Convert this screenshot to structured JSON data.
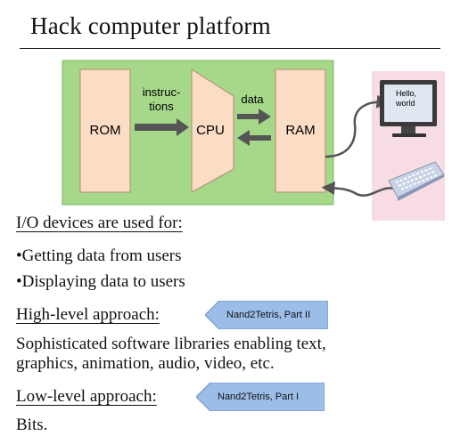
{
  "title": "Hack computer platform",
  "diagram": {
    "rom": "ROM",
    "cpu": "CPU",
    "ram": "RAM",
    "instr_line1": "instruc-",
    "instr_line2": "tions",
    "data": "data",
    "screen_line1": "Hello,",
    "screen_line2": "world"
  },
  "io_heading": "I/O devices are used for:",
  "uses": [
    "•Getting data from users",
    "•Displaying data to users"
  ],
  "high_level": {
    "heading": "High-level approach:",
    "tag": "Nand2Tetris, Part II",
    "body_line1": "Sophisticated software libraries enabling text,",
    "body_line2": "graphics, animation, audio, video, etc."
  },
  "low_level": {
    "heading": "Low-level approach:",
    "tag": "Nand2Tetris, Part I",
    "body": "Bits."
  },
  "colors": {
    "board": "#a6d88a",
    "chip": "#fbdcc4",
    "pink_panel": "#f7dde3",
    "tag": "#9dbde9",
    "arrow": "#555555"
  }
}
